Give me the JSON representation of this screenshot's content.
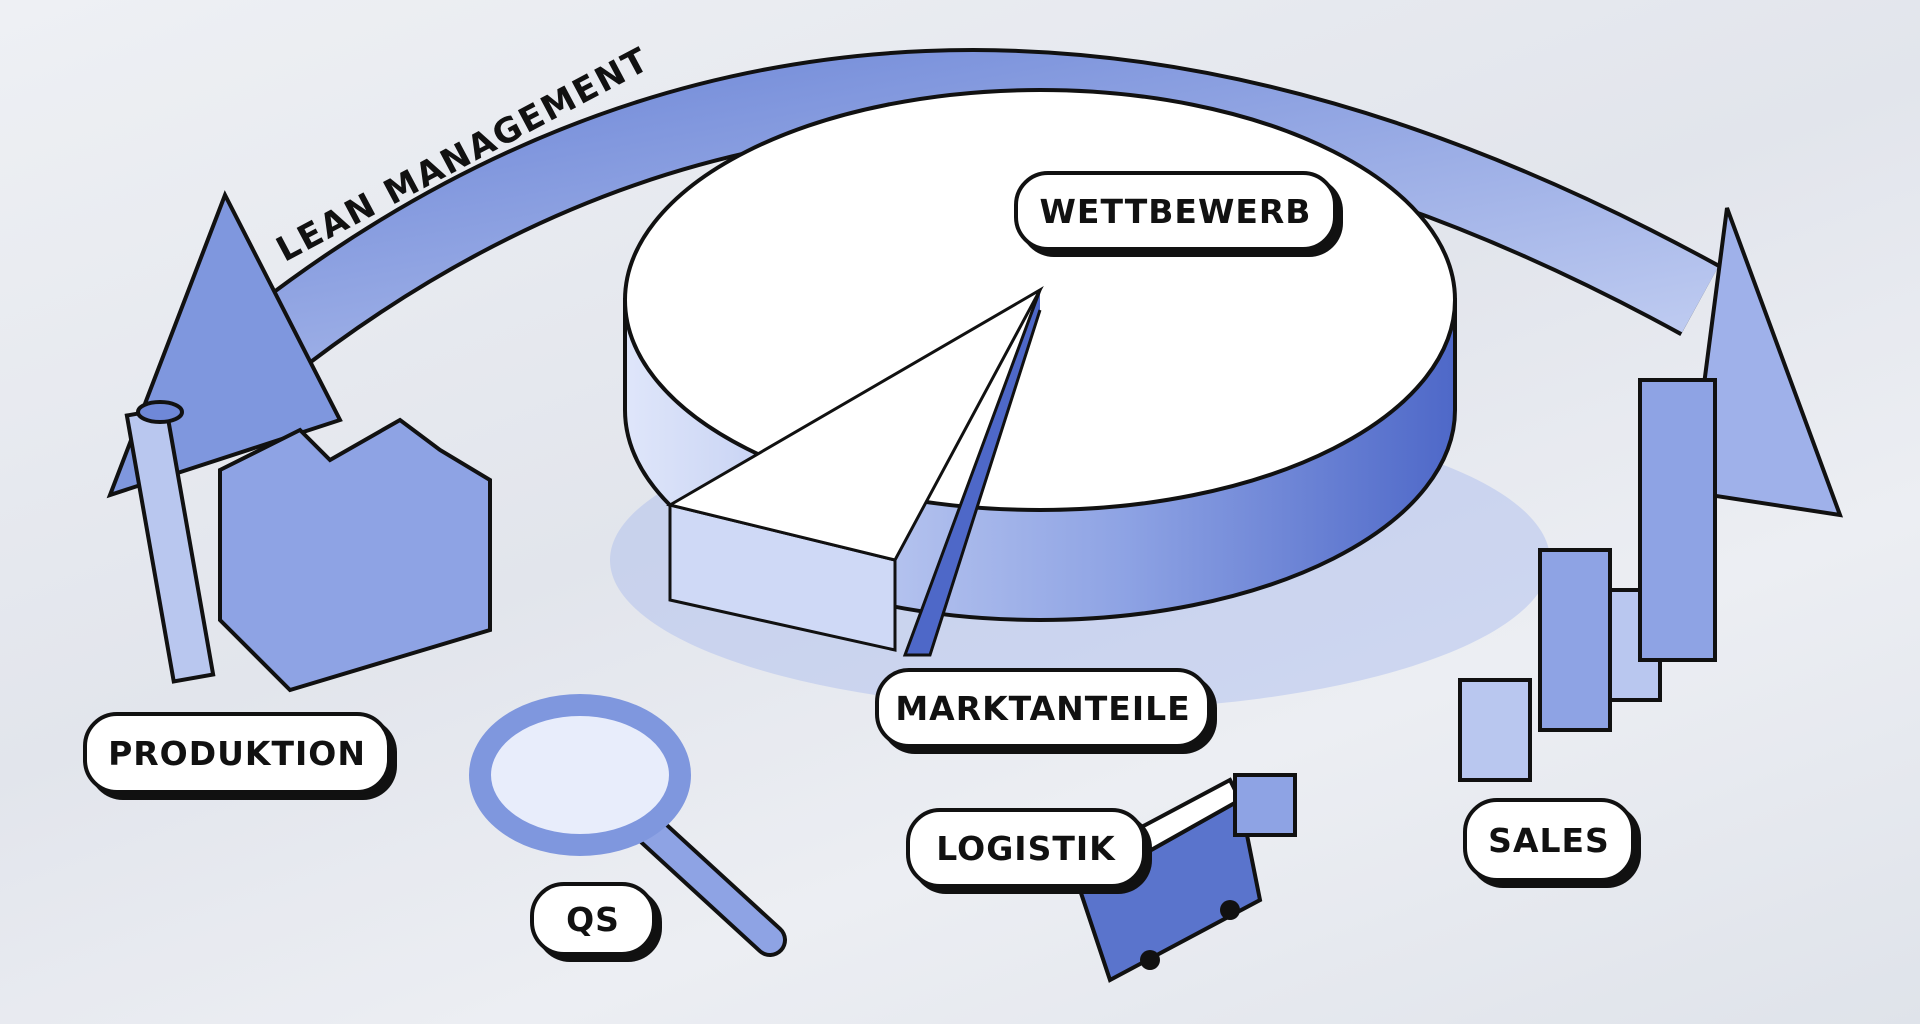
{
  "labels": {
    "lean_management": "LEAN MANAGEMENT",
    "wettbewerb": "WETTBEWERB",
    "produktion": "PRODUKTION",
    "marktanteile": "MARKTANTEILE",
    "qs": "QS",
    "logistik": "LOGISTIK",
    "sales": "SALES"
  },
  "colors": {
    "blue": "#7f97de",
    "light_blue": "#b9c7ef",
    "outline": "#111111",
    "white": "#ffffff"
  }
}
